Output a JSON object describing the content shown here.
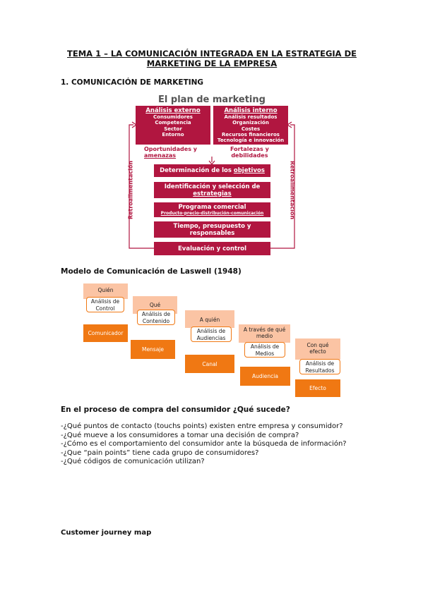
{
  "title_line1": "TEMA 1 – LA COMUNICACIÓN INTEGRADA EN LA ESTRATEGIA DE",
  "title_line2": "MARKETING DE LA EMPRESA",
  "section1": "1. COMUNICACIÓN DE MARKETING",
  "plan": {
    "title": "El plan de marketing",
    "external": {
      "heading": "Análisis externo",
      "items": [
        "Consumidores",
        "Competencia",
        "Sector",
        "Entorno"
      ],
      "result_line1": "Oportunidades y",
      "result_line2": "amenazas"
    },
    "internal": {
      "heading": "Análisis interno",
      "items": [
        "Análisis resultados",
        "Organización",
        "Costes",
        "Recursos financieros",
        "Tecnología e innovación"
      ],
      "result_line1": "Fortalezas y",
      "result_line2": "debilidades"
    },
    "steps": {
      "s1_prefix": "Determinación de los ",
      "s1_u": "objetivos",
      "s2_line1": "Identificación y selección de",
      "s2_u": "estrategias",
      "s3_line1": "Programa comercial",
      "s3_sub": "Producto-precio-distribución-comunicación",
      "s4_line1": "Tiempo, presupuesto y",
      "s4_line2": "responsables",
      "s5": "Evaluación y control"
    },
    "left_label": "Retroalimentación",
    "right_label": "Retroalimentación"
  },
  "laswell": {
    "heading": "Modelo de Comunicación de Laswell (1948)",
    "q1": "Quién",
    "a1_l1": "Análisis de",
    "a1_l2": "Control",
    "e1": "Comunicador",
    "q2": "Qué",
    "a2_l1": "Análisis de",
    "a2_l2": "Contenido",
    "e2": "Mensaje",
    "q3": "A quién",
    "a3_l1": "Análisis de",
    "a3_l2": "Audiencias",
    "e3": "Canal",
    "q4_l1": "A través de qué",
    "q4_l2": "medio",
    "a4_l1": "Análisis de",
    "a4_l2": "Medios",
    "e4": "Audiencia",
    "q5_l1": "Con qué",
    "q5_l2": "efecto",
    "a5_l1": "Análisis de",
    "a5_l2": "Resultados",
    "e5": "Efecto"
  },
  "section2": "En el proceso de compra del consumidor ¿Qué sucede?",
  "questions": [
    "-¿Qué puntos de contacto (touchs points) existen entre empresa y consumidor?",
    "-¿Qué mueve a los consumidores a tomar una decisión de compra?",
    "-¿Cómo es el comportamiento del consumidor ante la búsqueda de información?",
    "-¿Que “pain points” tiene cada grupo de consumidores?",
    "-¿Qué códigos de comunicación utilizan?"
  ],
  "section3": "Customer journey map"
}
